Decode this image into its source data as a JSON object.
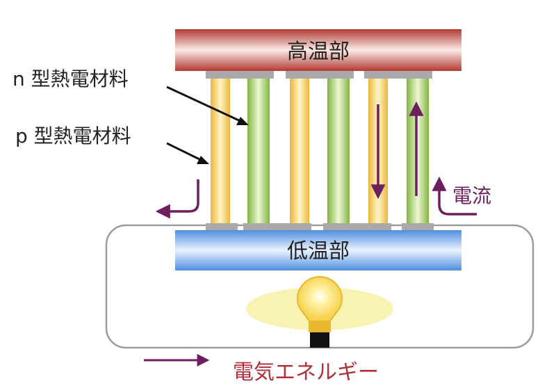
{
  "labels": {
    "hot_side": "高温部",
    "cold_side": "低温部",
    "n_type": "n 型熱電材料",
    "p_type": "p 型熱電材料",
    "current": "電流",
    "electric_energy": "電気エネルギー"
  },
  "colors": {
    "hot_plate": "#c0443a",
    "cold_plate": "#5b97e0",
    "p_leg": "#f2c24a",
    "n_leg": "#8cc24a",
    "electrode": "#a9a9a9",
    "arrow": "#6b1f5e",
    "label_text": "#222222",
    "energy_text": "#b0303a",
    "circuit_wire": "#9a9a9a",
    "bulb_glow": "#f5ee9a"
  },
  "icons": {
    "bulb": "light-bulb-icon"
  }
}
